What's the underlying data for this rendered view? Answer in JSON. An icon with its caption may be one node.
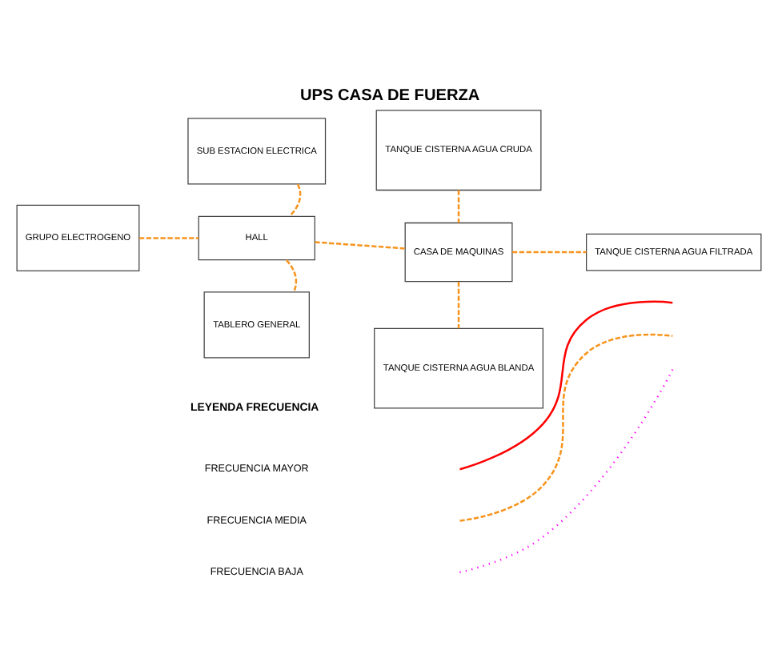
{
  "diagram": {
    "title": "UPS CASA DE FUERZA",
    "nodes": [
      {
        "text": [
          "SUB ESTACION ELECTRICA"
        ]
      },
      {
        "text": [
          "TANQUE CISTERNA AGUA CRUDA"
        ]
      },
      {
        "text": [
          "GRUPO ELECTROGENO"
        ]
      },
      {
        "text": [
          "HALL"
        ]
      },
      {
        "text": [
          "CASA DE MAQUINAS"
        ]
      },
      {
        "text": [
          "TANQUE CISTERNA AGUA FILTRADA"
        ]
      },
      {
        "text": [
          "TABLERO GENERAL"
        ]
      },
      {
        "text": [
          "TANQUE CISTERNA AGUA BLANDA"
        ]
      }
    ],
    "edges": [
      {
        "from": 0,
        "to": 3,
        "arrow": "none",
        "style": "dashed"
      },
      {
        "from": 1,
        "to": 4,
        "arrow": "none",
        "style": "dashed"
      },
      {
        "from": 2,
        "to": 3,
        "arrow": "none",
        "style": "dashed"
      },
      {
        "from": 3,
        "to": 4,
        "arrow": "none",
        "style": "dashed"
      },
      {
        "from": 4,
        "to": 5,
        "arrow": "none",
        "style": "dashed"
      },
      {
        "from": 3,
        "to": 6,
        "arrow": "none",
        "style": "dashed"
      },
      {
        "from": 4,
        "to": 7,
        "arrow": "none",
        "style": "dashed"
      }
    ],
    "labels": [
      "LEYENDA FRECUENCIA"
    ],
    "legend": [
      {
        "text": "FRECUENCIA MAYOR"
      },
      {
        "text": "FRECUENCIA MEDIA"
      },
      {
        "text": "FRECUENCIA BAJA"
      }
    ]
  }
}
